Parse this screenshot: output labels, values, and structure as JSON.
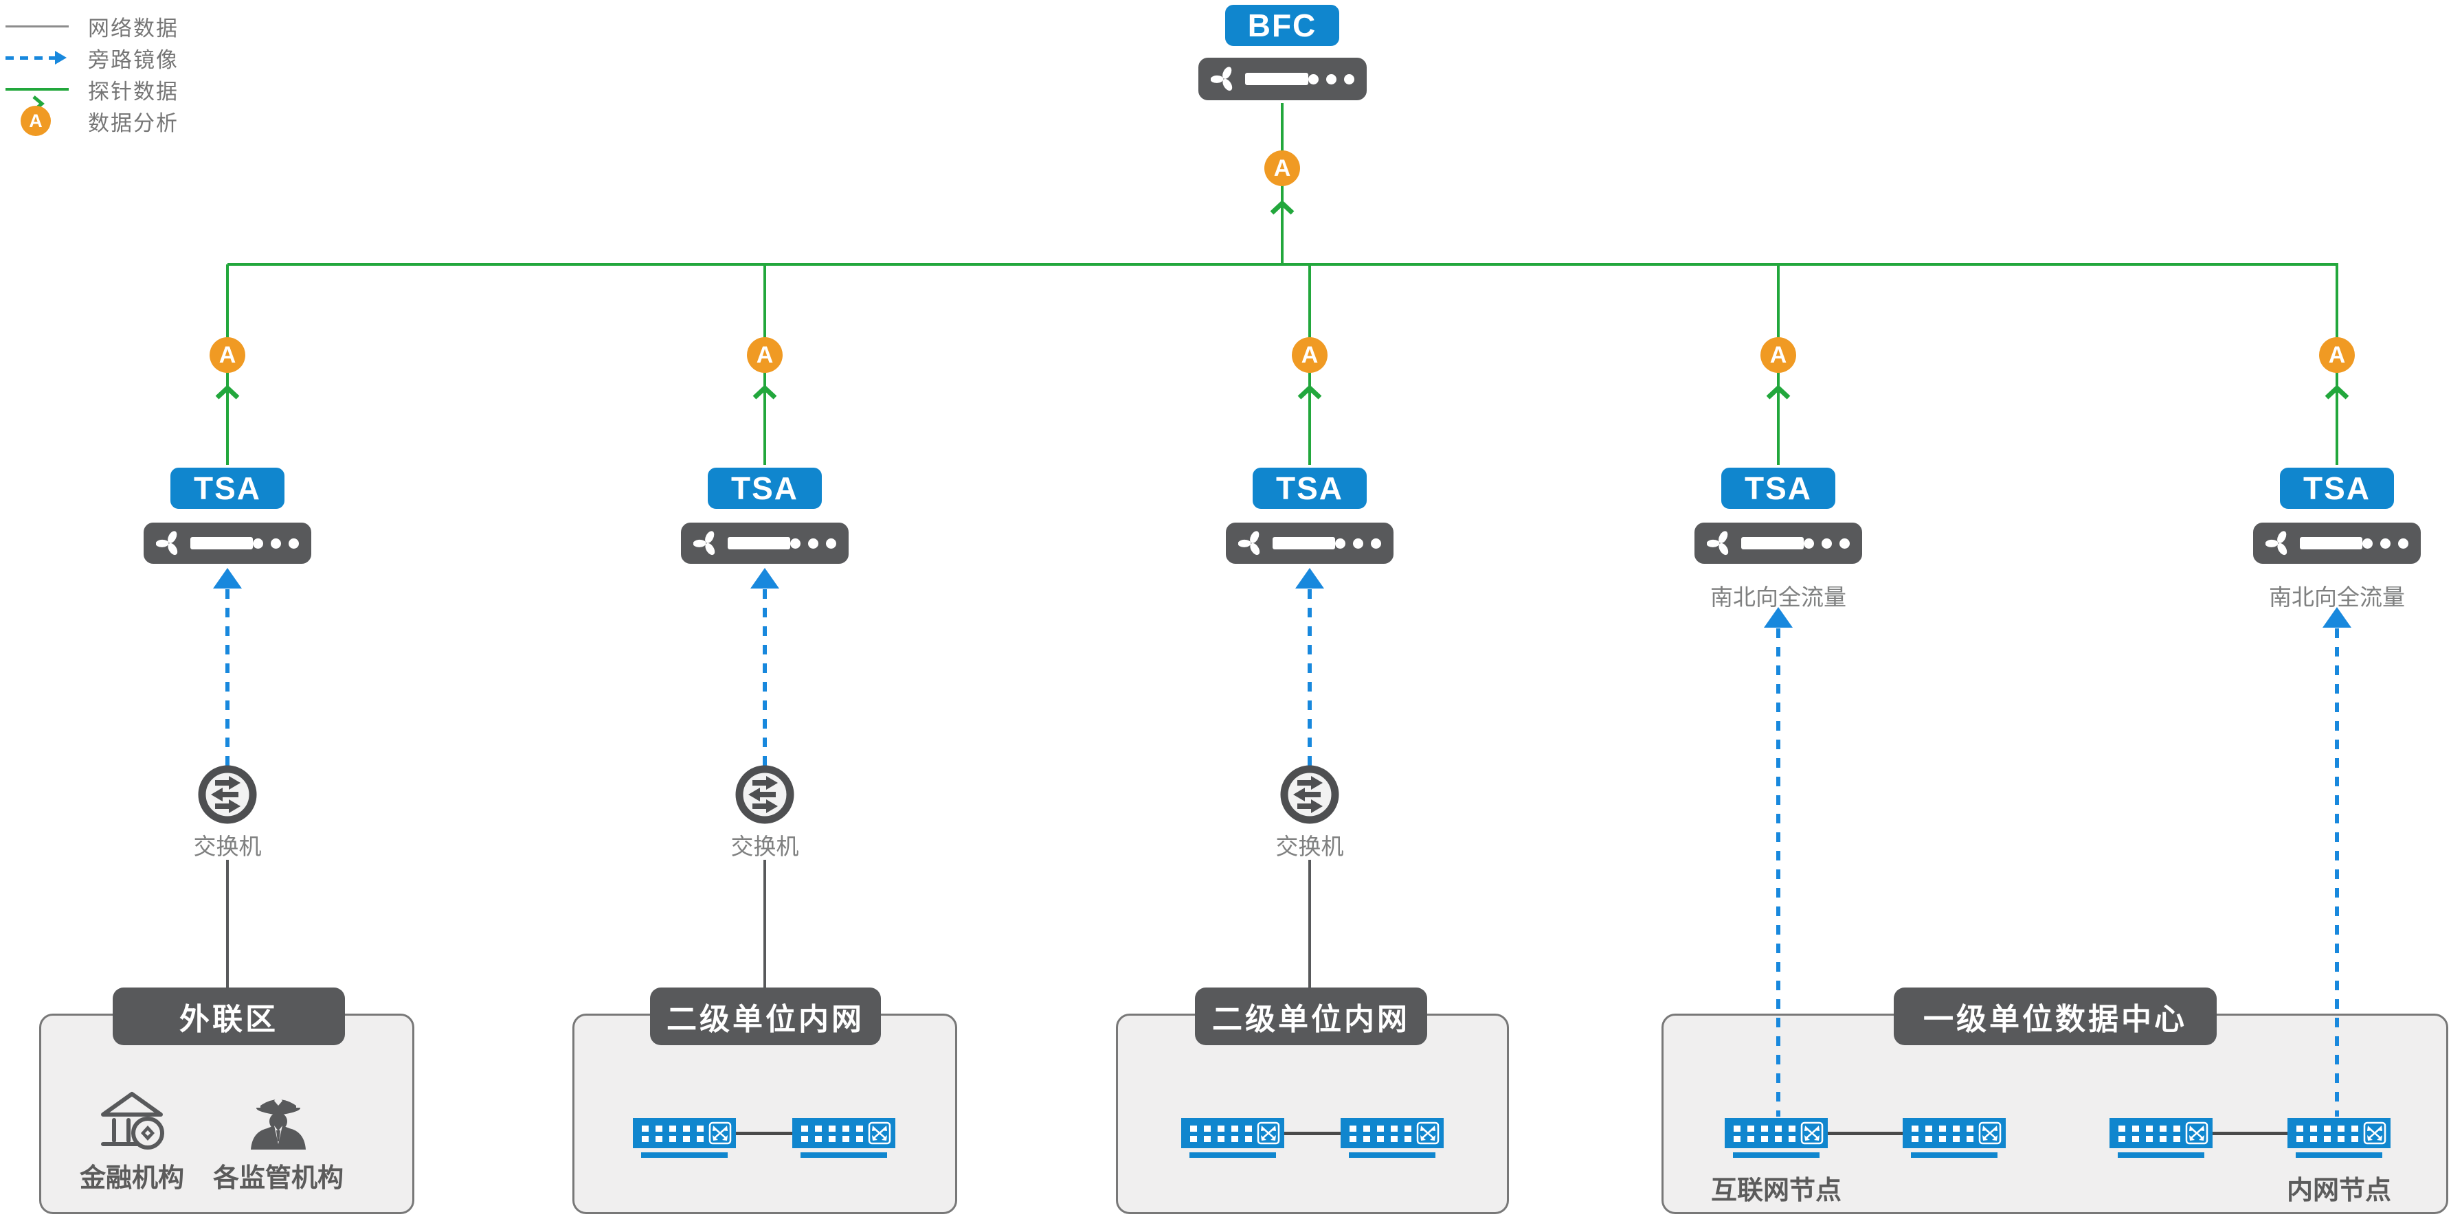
{
  "colors": {
    "green": "#22A73C",
    "blue": "#1086CE",
    "dashed_blue": "#1888DD",
    "orange": "#F09A23",
    "dark_gray": "#58595B",
    "zone_bg": "#F0EFEF",
    "label_gray": "#7F8080"
  },
  "legend": {
    "items": [
      {
        "label": "网络数据",
        "symbol": "gray-solid-line"
      },
      {
        "label": "旁路镜像",
        "symbol": "blue-dashed-arrow"
      },
      {
        "label": "探针数据",
        "symbol": "green-arrow-line"
      },
      {
        "label": "数据分析",
        "symbol": "orange-a-badge",
        "badge": "A"
      }
    ]
  },
  "root": {
    "label": "BFC",
    "badge": "A"
  },
  "branches": [
    {
      "label": "TSA",
      "badge": "A",
      "node_label": "交换机"
    },
    {
      "label": "TSA",
      "badge": "A",
      "node_label": "交换机"
    },
    {
      "label": "TSA",
      "badge": "A",
      "node_label": "交换机"
    },
    {
      "label": "TSA",
      "badge": "A",
      "node_label": "南北向全流量"
    },
    {
      "label": "TSA",
      "badge": "A",
      "node_label": "南北向全流量"
    }
  ],
  "zones": [
    {
      "title": "外联区",
      "members": [
        {
          "label": "金融机构"
        },
        {
          "label": "各监管机构"
        }
      ]
    },
    {
      "title": "二级单位内网"
    },
    {
      "title": "二级单位内网"
    },
    {
      "title": "一级单位数据中心",
      "node_labels": [
        "互联网节点",
        "内网节点"
      ]
    }
  ]
}
